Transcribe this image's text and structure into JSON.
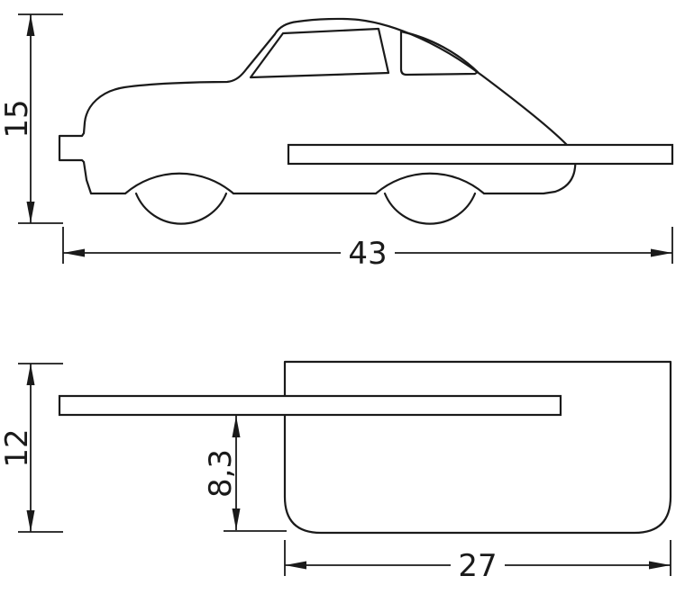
{
  "drawing": {
    "side_view": {
      "height_label": "15",
      "width_label": "43"
    },
    "front_view": {
      "height_label": "12",
      "shelf_drop_label": "8,3",
      "width_label": "27"
    }
  },
  "colors": {
    "line": "#1a1a1a",
    "background": "#ffffff"
  }
}
